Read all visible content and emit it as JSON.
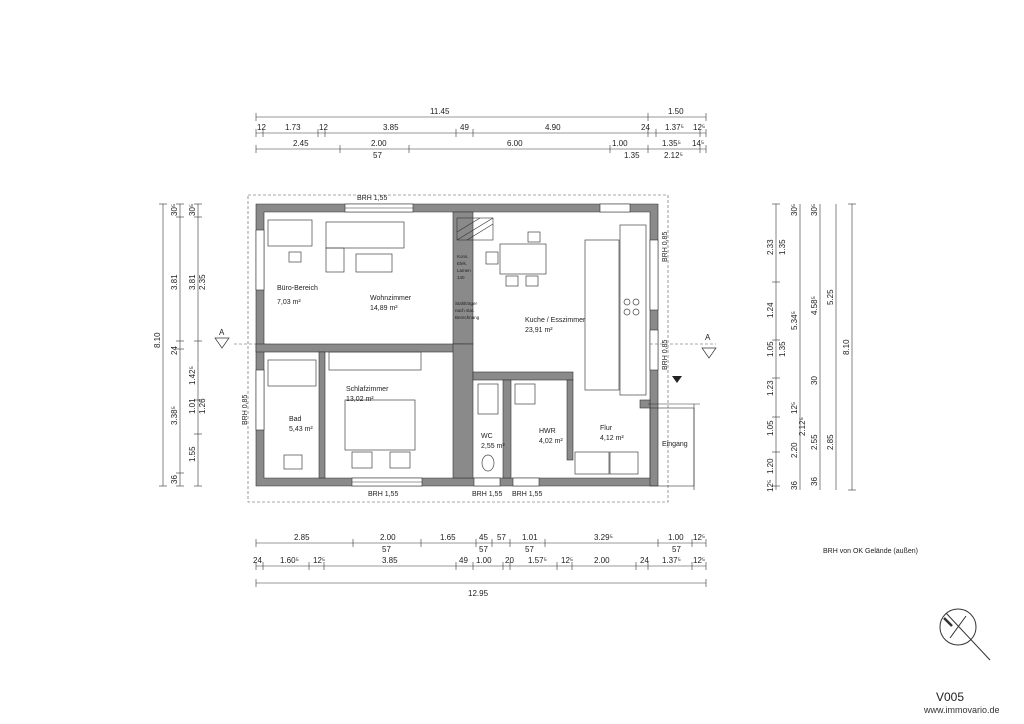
{
  "rooms": {
    "buero": {
      "name": "Büro-Bereich",
      "area": "7,03 m²"
    },
    "wohnzimmer": {
      "name": "Wohnzimmer",
      "area": "14,89 m²"
    },
    "kueche": {
      "name": "Kuche / Esszimmer",
      "area": "23,91 m²"
    },
    "schlafzimmer": {
      "name": "Schlafzimmer",
      "area": "13,02 m²"
    },
    "bad": {
      "name": "Bad",
      "area": "5,43 m²"
    },
    "wc": {
      "name": "WC",
      "area": "2,55 m²"
    },
    "hwr": {
      "name": "HWR",
      "area": "4,02 m²"
    },
    "flur": {
      "name": "Flur",
      "area": "4,12 m²"
    },
    "eingang": {
      "name": "Eingang"
    }
  },
  "brh": {
    "top": "BRH 1,55",
    "bottom_left": "BRH 1,55",
    "bottom_mid": "BRH 1,55",
    "bottom_right": "BRH 1,55",
    "right_upper": "BRH 0,85",
    "right_lower": "BRH 0,85",
    "left": "BRH 0,85"
  },
  "small_notes": {
    "schrank_1": "Kons.",
    "schrank_2": "Elek.",
    "schrank_3": "Lamen",
    "schrank_4": "140",
    "balken_1": "Stahlträger",
    "balken_2": "nach stat.",
    "balken_3": "Berechnung"
  },
  "section_marker": "A",
  "dims_top": {
    "row1": [
      "11.45",
      "1.50"
    ],
    "row2": [
      "12",
      "1.73",
      "12",
      "3.85",
      "49",
      "4.90",
      "24",
      "1.37⁵",
      "12⁵"
    ],
    "row3": [
      "2.45",
      "2.00",
      "6.00",
      "1.00",
      "1.35⁵",
      "14⁵"
    ],
    "row3_sub": [
      "57",
      "1.35",
      "2.12⁵"
    ]
  },
  "dims_bottom": {
    "row1": [
      "2.85",
      "2.00",
      "1.65",
      "45",
      "57",
      "1.01",
      "3.29⁵",
      "1.00",
      "12⁵"
    ],
    "row1_sub": [
      "57",
      "57",
      "57",
      "57"
    ],
    "row2": [
      "24",
      "1.60⁵",
      "12⁵",
      "3.85",
      "49",
      "1.00",
      "20",
      "1.57⁵",
      "12⁵",
      "2.00",
      "24",
      "1.37⁵",
      "12⁵"
    ],
    "row3": [
      "12.95"
    ]
  },
  "dims_left": {
    "outer": [
      "8.10"
    ],
    "mid": [
      "30⁵",
      "3.81",
      "24",
      "3.38⁵",
      "36"
    ],
    "inner": [
      "30⁵",
      "3.81",
      "2.35",
      "1.42⁵",
      "1.01",
      "1.26",
      "1.55"
    ]
  },
  "dims_right": {
    "inner": [
      "2.33",
      "1.35",
      "1.24",
      "1.05",
      "1.35",
      "1.23",
      "1.05",
      "1.20",
      "12⁵"
    ],
    "mid": [
      "30⁵",
      "5.34⁵",
      "12⁵",
      "2.12⁵",
      "2.20",
      "36"
    ],
    "mid2": [
      "30⁵",
      "4.58⁵",
      "30",
      "2.55",
      "36"
    ],
    "outer": [
      "5.25",
      "2.85"
    ],
    "total": [
      "8.10"
    ]
  },
  "legend": "BRH von OK Gelände (außen)",
  "plan_code": "V005",
  "watermark": "www.immovario.de",
  "compass_icon": "north-arrow-icon"
}
